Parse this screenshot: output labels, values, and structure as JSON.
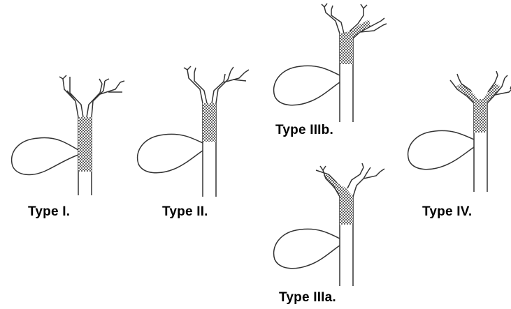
{
  "figures": [
    {
      "key": "type1",
      "label": "Type I."
    },
    {
      "key": "type2",
      "label": "Type II."
    },
    {
      "key": "type3b",
      "label": "Type IIIb."
    },
    {
      "key": "type3a",
      "label": "Type IIIa."
    },
    {
      "key": "type4",
      "label": "Type IV."
    }
  ],
  "colors": {
    "stroke": "#3a3a3a",
    "stipple_fill": "#8a8a8a",
    "background": "#ffffff"
  }
}
